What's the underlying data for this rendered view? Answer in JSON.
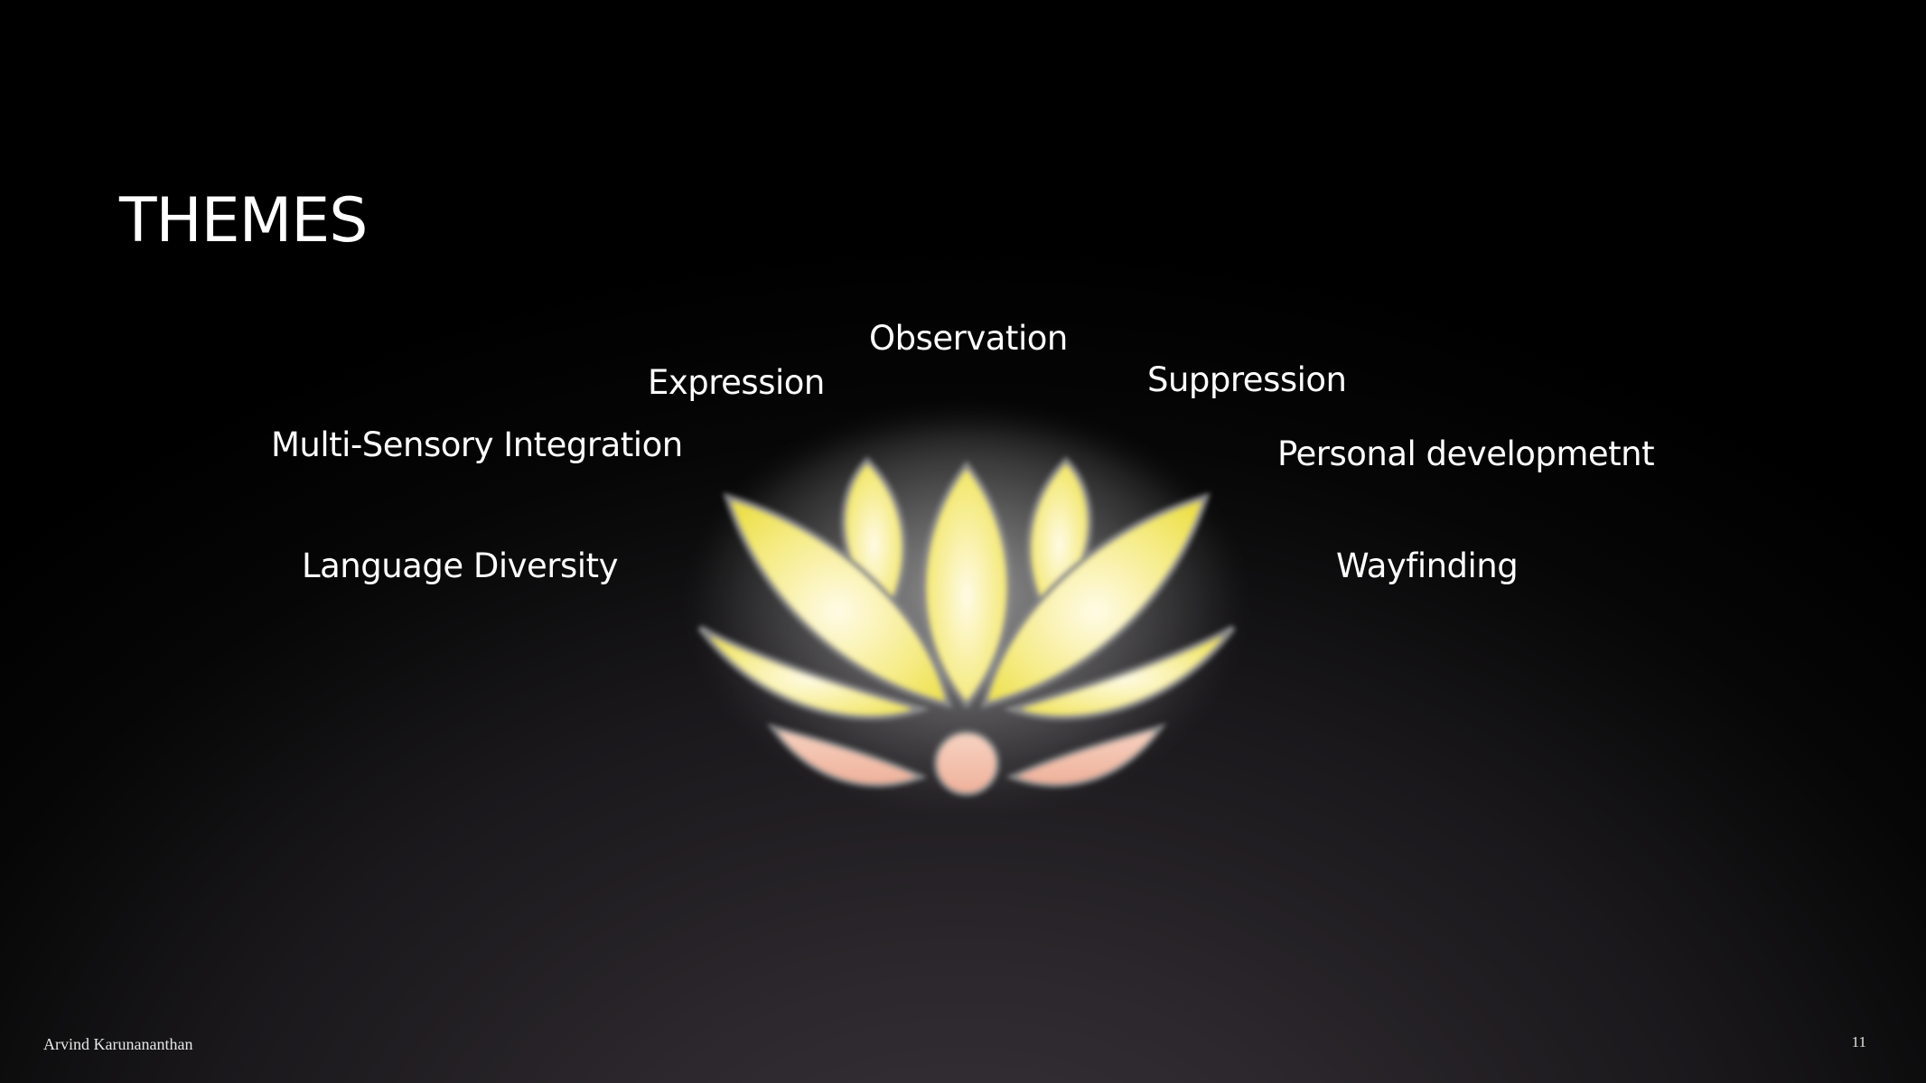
{
  "slide": {
    "title": "THEMES",
    "themes": {
      "observation": "Observation",
      "expression": "Expression",
      "suppression": "Suppression",
      "multisensory": "Multi-Sensory Integration",
      "personal": "Personal developmetnt",
      "language": "Language Diversity",
      "wayfinding": "Wayfinding"
    },
    "logo_icon": "lotus-icon",
    "colors": {
      "petal_yellow": "#f2e04a",
      "petal_highlight": "#fffbe6",
      "base_peach": "#f3b9a2",
      "outline_gray": "#8a8a8a"
    }
  },
  "footer": {
    "author": "Arvind Karunananthan",
    "page_number": "11"
  }
}
